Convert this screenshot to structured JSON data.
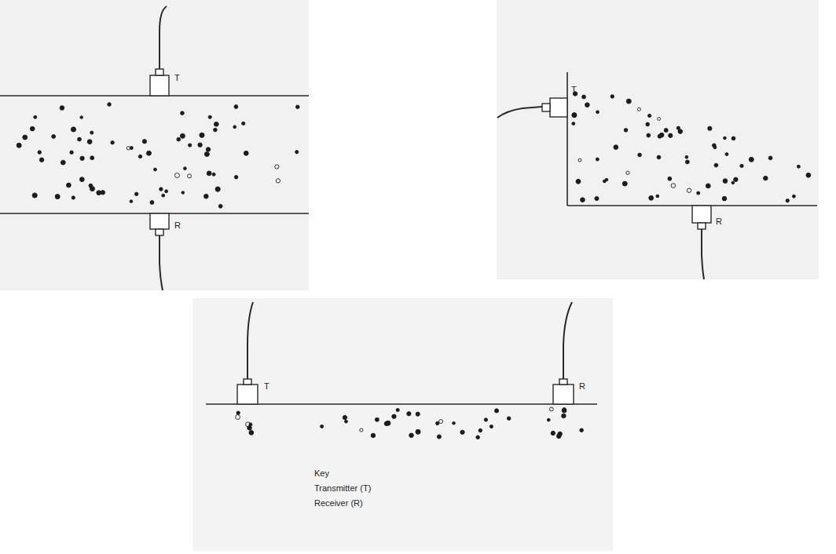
{
  "diagram": {
    "labels": [
      "T",
      "R",
      "T",
      "R",
      "T",
      "R",
      "Key",
      "Transmitter (T)",
      "Receiver (R)"
    ]
  }
}
